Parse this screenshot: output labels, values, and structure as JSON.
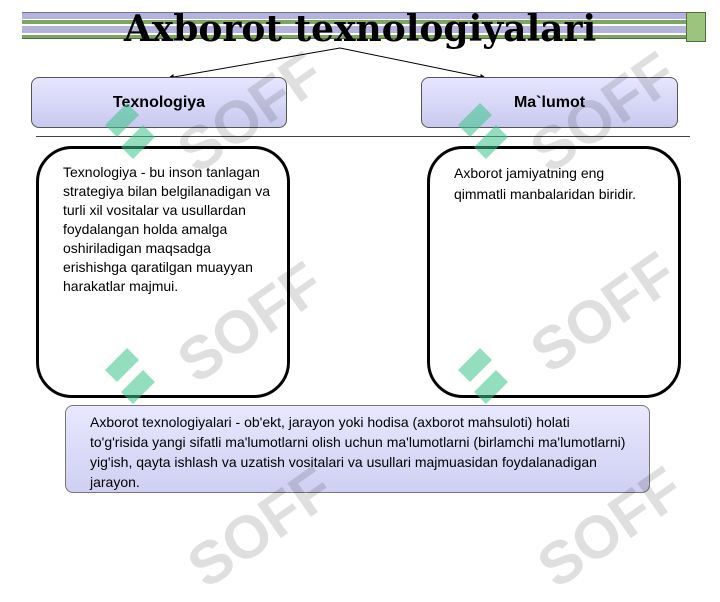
{
  "slide": {
    "title": "Axborot texnologiyalari",
    "left_header": "Texnologiya",
    "right_header": "Ma`lumot",
    "left_text": "Texnologiya - bu inson tanlagan strategiya bilan belgilanadigan va turli xil vositalar va usullardan foydalangan holda amalga oshiriladigan maqsadga erishishga qaratilgan muayyan harakatlar majmui.",
    "right_text": "Axborot jamiyatning eng qimmatli manbalaridan biridir.",
    "definition_text": "Axborot texnologiyalari - ob'ekt, jarayon yoki hodisa (axborot mahsuloti) holati to'g'risida yangi sifatli ma'lumotlarni olish uchun ma'lumotlarni (birlamchi ma'lumotlarni) yig'ish, qayta ishlash va uzatish vositalari va usullari majmuasidan foydalanadigan jarayon."
  },
  "watermark": {
    "text": "SOFF",
    "logo_color": "#3cc48a"
  },
  "colors": {
    "header_fill": "#d6d6f7",
    "band_green": "#7fa65f",
    "band_lavender": "#b3b3dc"
  }
}
